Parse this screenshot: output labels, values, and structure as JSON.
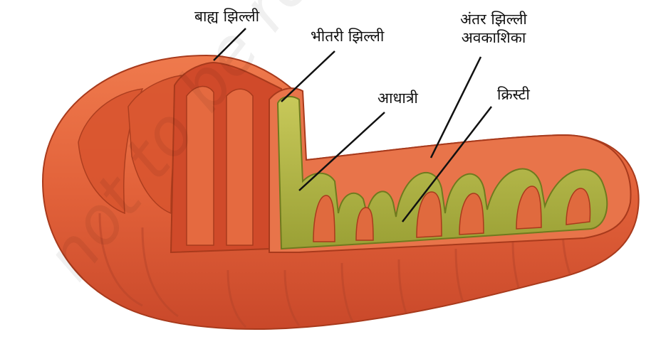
{
  "labels": {
    "outer_membrane": "बाह्य झिल्ली",
    "inner_membrane": "भीतरी झिल्ली",
    "intermembrane_space": "अंतर झिल्ली अवकाशिका",
    "matrix": "आधात्री",
    "cristae": "क्रिस्टी"
  },
  "watermark": "not to be republished",
  "colors": {
    "outer": "#e2623a",
    "outer_dark": "#b33b1c",
    "inner_wall": "#d9552f",
    "matrix": "#b4b646",
    "matrix_dark": "#7f8a22",
    "line": "#111111"
  }
}
